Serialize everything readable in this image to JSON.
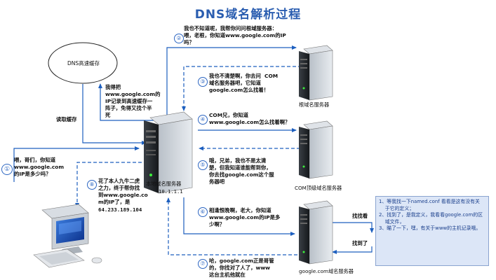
{
  "title": "DNS域名解析过程",
  "cache": {
    "label": "DNS高速缓存"
  },
  "servers": {
    "local": {
      "label": "本地域名服务器",
      "ip": "10.1.1.1"
    },
    "root": {
      "label": "根域名服务器"
    },
    "com": {
      "label": "COM顶级域名服务器"
    },
    "google": {
      "label": "google.com域名服务器"
    }
  },
  "labels": {
    "read_cache": "读取缓存",
    "find_it": "找找看",
    "found_it": "找到了"
  },
  "steps": {
    "s1": {
      "num": "①",
      "text": "喂，哥们，你知道\nwww.google.com\n的IP是多少吗？"
    },
    "s2": {
      "num": "②",
      "text": "我也不知道呢，我帮你问问根域服务器：\n喂，老根，你知道www.google.com的IP\n吗？"
    },
    "s3": {
      "num": "③",
      "text": "我也不清楚啊，你去问  COM\n域名服务器吧，它知道\ngoogle.com怎么找着！"
    },
    "s4": {
      "num": "④",
      "text": "COM兄，你知道\nwww.google.com怎么找着啊？"
    },
    "s5": {
      "num": "⑤",
      "text": "哦，兄弟，我也不是太清\n楚，但我知道谁能帮到你，\n你去找google.com这个服\n务器吧"
    },
    "s6": {
      "num": "⑥",
      "text": "相逢恨晚啊，老大，你知道\nwww.google.com的IP是多\n少啊？"
    },
    "s7": {
      "num": "⑦",
      "text": "哈，google.com正是哥管\n的，你找对了人了，www\n这台主机他就在"
    },
    "s8": {
      "num": "⑧",
      "text": "花了本人九牛二虎\n之力，终于帮你找\n到www.google.co\nm的IP了，是",
      "ip": "64.233.189.104"
    },
    "cache_note": {
      "text": "我得把\nwww.google.com的\nIP记录到高速缓存一\n阵子，免得又找个半\n死"
    }
  },
  "note": {
    "lines": [
      "1、等我找一下named.conf 看看是这有没有关",
      "    于它的定义；",
      "2、找到了，是我定义，我看看google.com的区",
      "    域文件，",
      "3、瞄了一下，嘿，有关于www的主机记录哦。"
    ]
  }
}
